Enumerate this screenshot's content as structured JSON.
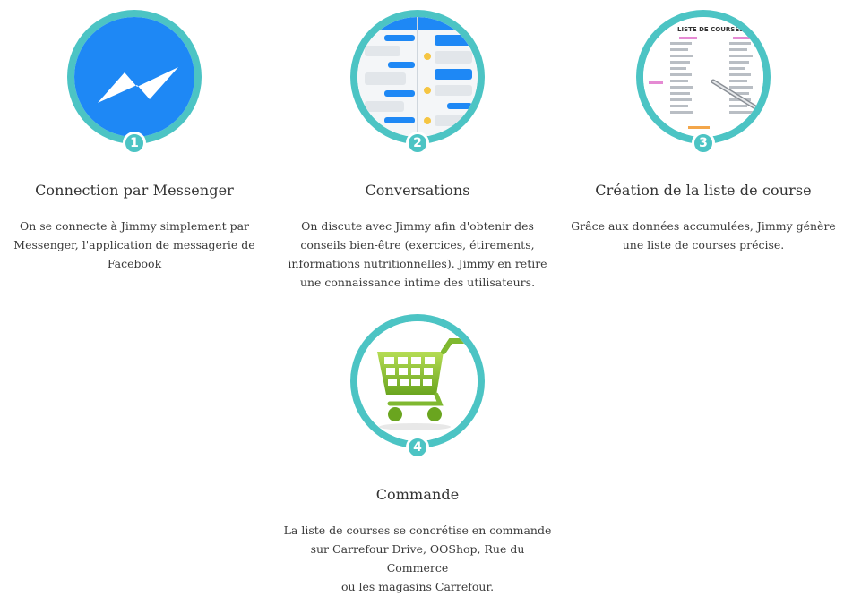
{
  "colors": {
    "accent": "#4cc4c4",
    "messenger": "#1e88f5",
    "cart": "#8dc63f"
  },
  "steps": [
    {
      "number": "1",
      "icon": "messenger-icon",
      "title": "Connection par Messenger",
      "desc_lines": [
        "On se connecte à Jimmy simplement par",
        "Messenger, l'application de messagerie de",
        "Facebook"
      ]
    },
    {
      "number": "2",
      "icon": "chat-screens-image",
      "title": "Conversations",
      "desc_lines": [
        "On discute avec Jimmy afin d'obtenir des",
        "conseils bien-être (exercices, étirements,",
        "informations nutritionnelles). Jimmy en retire",
        "une connaissance intime des utilisateurs."
      ]
    },
    {
      "number": "3",
      "icon": "shopping-list-image",
      "title": "Création de la liste de course",
      "desc_lines": [
        "Grâce aux données accumulées, Jimmy génère",
        "une liste de courses précise."
      ],
      "image_text": "LISTE DE COURSES"
    },
    {
      "number": "4",
      "icon": "shopping-cart-icon",
      "title": "Commande",
      "desc_lines": [
        "La liste de courses se concrétise en commande",
        "sur Carrefour Drive, OOShop, Rue du Commerce",
        "ou les magasins Carrefour."
      ]
    }
  ]
}
